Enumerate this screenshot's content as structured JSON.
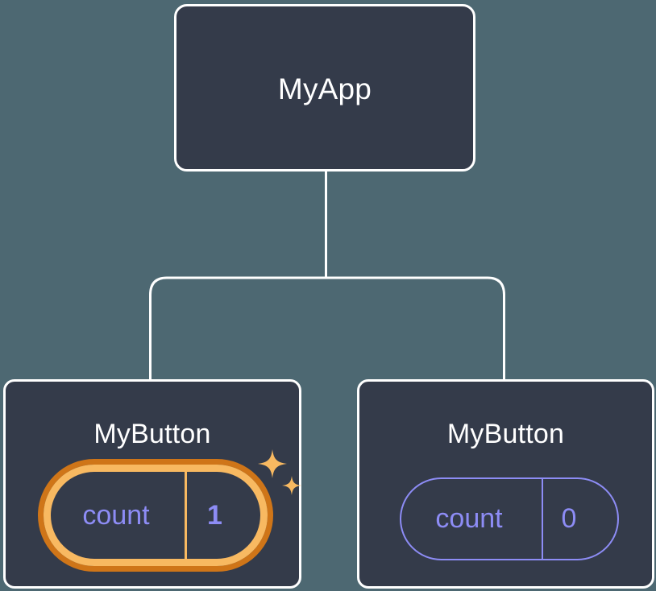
{
  "diagram": {
    "type": "component-tree",
    "background_color": "#4d6872",
    "node_fill_color": "#343b4a",
    "node_border_color": "#ffffff",
    "connector_color": "#ffffff",
    "highlight_outer_color": "#cf7518",
    "highlight_inner_color": "#f8b961",
    "state_text_color": "#8d8cf5",
    "sparkle_color": "#f8b961"
  },
  "root": {
    "title": "MyApp"
  },
  "children": [
    {
      "title": "MyButton",
      "state": {
        "key": "count",
        "value": "1"
      },
      "highlighted": true,
      "sparkle_icons": [
        "sparkle-large-icon",
        "sparkle-small-icon"
      ]
    },
    {
      "title": "MyButton",
      "state": {
        "key": "count",
        "value": "0"
      },
      "highlighted": false
    }
  ]
}
